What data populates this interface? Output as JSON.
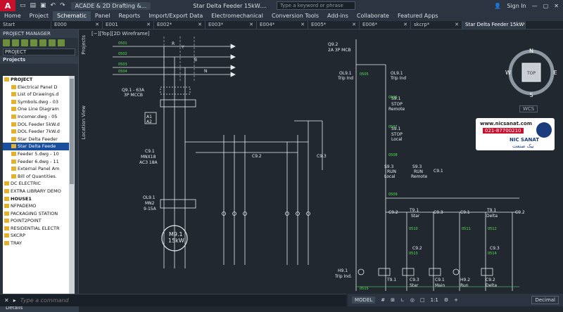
{
  "title_bar": {
    "logo": "A",
    "workspace": "ACADE & 2D Drafting &...",
    "document": "Star Delta Feeder 15kW....",
    "search_placeholder": "Type a keyword or phrase",
    "sign_in": "Sign In"
  },
  "ribbon_tabs": [
    "Home",
    "Project",
    "Schematic",
    "Panel",
    "Reports",
    "Import/Export Data",
    "Electromechanical",
    "Conversion Tools",
    "Add-ins",
    "Collaborate",
    "Featured Apps"
  ],
  "ribbon_active": "Schematic",
  "doc_tabs": [
    "Start",
    "E000",
    "E001",
    "E002*",
    "E003*",
    "E004*",
    "E005*",
    "E006*",
    "skcrp*",
    "Star Delta Feeder 15kW*"
  ],
  "doc_active": "Star Delta Feeder 15kW*",
  "project_manager": {
    "header": "PROJECT MANAGER",
    "dropdown": "PROJECT",
    "label": "Projects",
    "details": "Details",
    "tree": [
      "PROJECT",
      "Electrical Panel D",
      "List of Drawings.d",
      "Symbols.dwg - 03",
      "One Line Diagram",
      "Incomer.dwg - 05",
      "DOL Feeder 5kW.d",
      "DOL Feeder 7kW.d",
      "Star Delta Feeder",
      "Star Delta Feede",
      "Feeder 5.dwg - 10",
      "Feeder 6.dwg - 11",
      "External Panel Am",
      "Bill of Quantities.",
      "DC ELECTRIC",
      "EXTRA LIBRARY DEMO",
      "HOUSE1",
      "NFPADEMO",
      "PACKAGING STATION",
      "POINT2POINT",
      "RESIDENTIAL ELECTR",
      "SKCRP",
      "TRAY"
    ]
  },
  "side_tabs": {
    "projects": "Projects",
    "location": "Location View"
  },
  "viewport_label": "[−][Top][2D Wireframe]",
  "viewcube": {
    "n": "N",
    "s": "S",
    "e": "E",
    "w": "W",
    "face": "TOP",
    "wcs": "WCS"
  },
  "watermark": {
    "url": "www.nicsanat.com",
    "phone": "021-87700210",
    "brand": "NIC SANAT",
    "fa": "نیک صنعت"
  },
  "command": {
    "placeholder": "Type a command"
  },
  "status": {
    "model": "MODEL",
    "scale": "1:1",
    "units": "Decimal"
  },
  "schematic": {
    "phase_labels": [
      "R",
      "Y",
      "B",
      "N"
    ],
    "wires_left": [
      "0501",
      "0502",
      "0503",
      "0504"
    ],
    "q91": "Q9.1 - 63A",
    "q91b": "3P MCCB",
    "a1": "A1",
    "a2": "A2",
    "c91": "C9.1",
    "mnx": "MNX18",
    "ac3": "AC3 18A",
    "c92": "C9.2",
    "c93": "C9.3",
    "ol91": "OL9.1",
    "mn2": "MN2",
    "range": "9-15A",
    "motor": "M9.1",
    "motor_kw": "15kW",
    "q92": "Q9.2",
    "q92b": "2A 3P MCB",
    "trip1": "OL9.1",
    "trip1b": "Trip Ind",
    "trip2": "OL9.1",
    "trip2b": "Trip Ind",
    "s91": "S9.1",
    "stop": "STOP",
    "remote": "Remote",
    "s91l": "S9.1",
    "stopl": "STOP",
    "local": "Local",
    "s93l": "S9.3",
    "run": "RUN",
    "runlocal": "Local",
    "s93r": "S9.3",
    "runr": "RUN",
    "runremote": "Remote",
    "c91r": "C9.1",
    "c92r": "C9.2",
    "t91": "T9.1",
    "star": "Star",
    "c93r": "C9.3",
    "c91b": "C9.1",
    "t91d": "T9.1",
    "delta": "Delta",
    "c92b": "C9.2",
    "c92c": "C9.2",
    "c93c": "C9.3",
    "h91": "H9.1",
    "trip": "Trip Ind.",
    "c93s": "C9.3",
    "c91m": "C9.1",
    "main": "Main",
    "h92": "H9.2",
    "c93rn": "Run",
    "c92d": "C9.2",
    "deltab": "Delta",
    "t91b": "T9.1",
    "wire_nums": [
      "0505",
      "0506",
      "0507",
      "0508",
      "0509",
      "0510",
      "0511",
      "0512",
      "0513",
      "0514",
      "0515"
    ]
  }
}
